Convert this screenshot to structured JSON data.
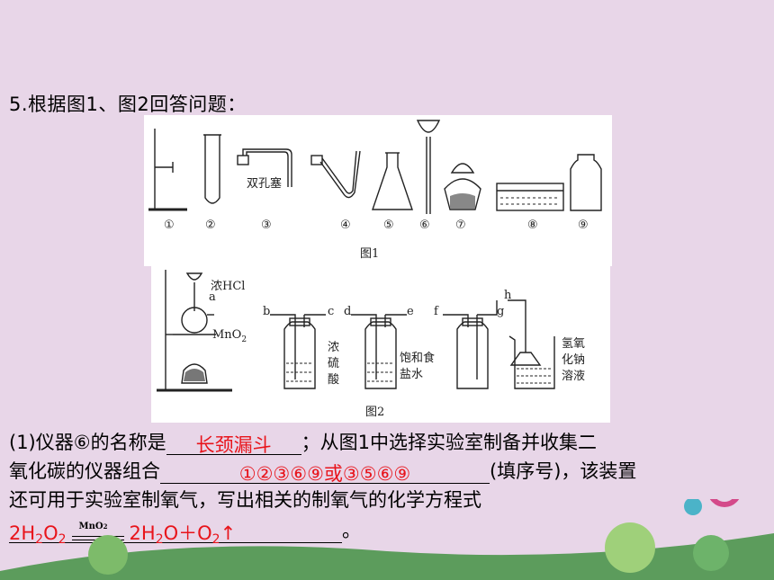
{
  "question": {
    "title": "5.根据图1、图2回答问题："
  },
  "figure1": {
    "caption": "图1",
    "labels": [
      "①",
      "②",
      "③",
      "④",
      "⑤",
      "⑥",
      "⑦",
      "⑧",
      "⑨"
    ],
    "stopper_label": "双孔塞"
  },
  "figure2": {
    "caption": "图2",
    "port_labels": [
      "a",
      "b",
      "c",
      "d",
      "e",
      "f",
      "g",
      "h"
    ],
    "reagent_hcl": "浓HCl",
    "reagent_mno2": "MnO",
    "reagent_mno2_sub": "2",
    "bottle1_label": [
      "浓",
      "硫",
      "酸"
    ],
    "bottle2_label": [
      "饱和食",
      "盐水"
    ],
    "beaker_label": [
      "氢氧",
      "化钠",
      "溶液"
    ]
  },
  "part1": {
    "prefix": "(1)仪器⑥的名称是",
    "answer1": "长颈漏斗",
    "mid1": "；从图1中选择实验室制备并收集二",
    "line2_prefix": "氧化碳的仪器组合",
    "answer2": "①②③⑥⑨或③⑤⑥⑨",
    "line2_suffix": "(填序号)，该装置",
    "line3": "还可用于实验室制氧气，写出相关的制氧气的化学方程式",
    "eq_left": "2H",
    "eq_left_sub1": "2",
    "eq_left_o": "O",
    "eq_left_sub2": "2",
    "catalyst": "MnO",
    "catalyst_sub": "2",
    "eq_right_1": "2H",
    "eq_right_sub1": "2",
    "eq_right_2": "O＋O",
    "eq_right_sub2": "2",
    "eq_arrow": "↑",
    "end_mark": "。"
  }
}
